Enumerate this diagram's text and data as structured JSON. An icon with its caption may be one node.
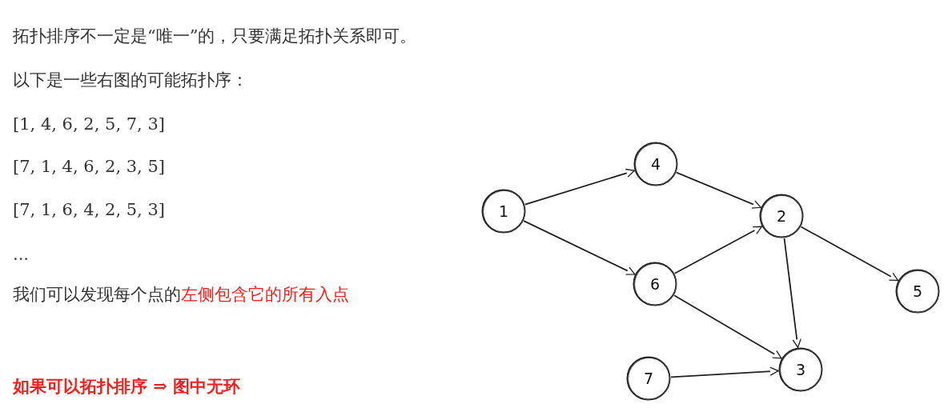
{
  "diagram": {
    "nodes": [
      {
        "text": [
          "1"
        ]
      },
      {
        "text": [
          "4"
        ]
      },
      {
        "text": [
          "2"
        ]
      },
      {
        "text": [
          "6"
        ]
      },
      {
        "text": [
          "5"
        ]
      },
      {
        "text": [
          "7"
        ]
      },
      {
        "text": [
          "3"
        ]
      }
    ],
    "edges": [
      {
        "from": 0,
        "to": 1,
        "arrow": "to"
      },
      {
        "from": 0,
        "to": 3,
        "arrow": "to"
      },
      {
        "from": 1,
        "to": 2,
        "arrow": "to"
      },
      {
        "from": 3,
        "to": 2,
        "arrow": "to"
      },
      {
        "from": 2,
        "to": 4,
        "arrow": "to"
      },
      {
        "from": 2,
        "to": 6,
        "arrow": "to"
      },
      {
        "from": 3,
        "to": 6,
        "arrow": "to"
      },
      {
        "from": 5,
        "to": 6,
        "arrow": "to"
      }
    ],
    "labels": [
      "拓扑排序不一定是“唯一”的，只要满足拓扑关系即可。",
      "以下是一些右图的可能拓扑序：",
      "[1, 4, 6, 2, 5, 7, 3]",
      "[7, 1, 4, 6, 2, 3, 5]",
      "[7, 1, 6, 4, 2, 5, 3]",
      "...",
      "我们可以发现每个点的",
      "左侧包含它的所有入点",
      "如果可以拓扑排序 ⇒ 图中无环"
    ]
  }
}
